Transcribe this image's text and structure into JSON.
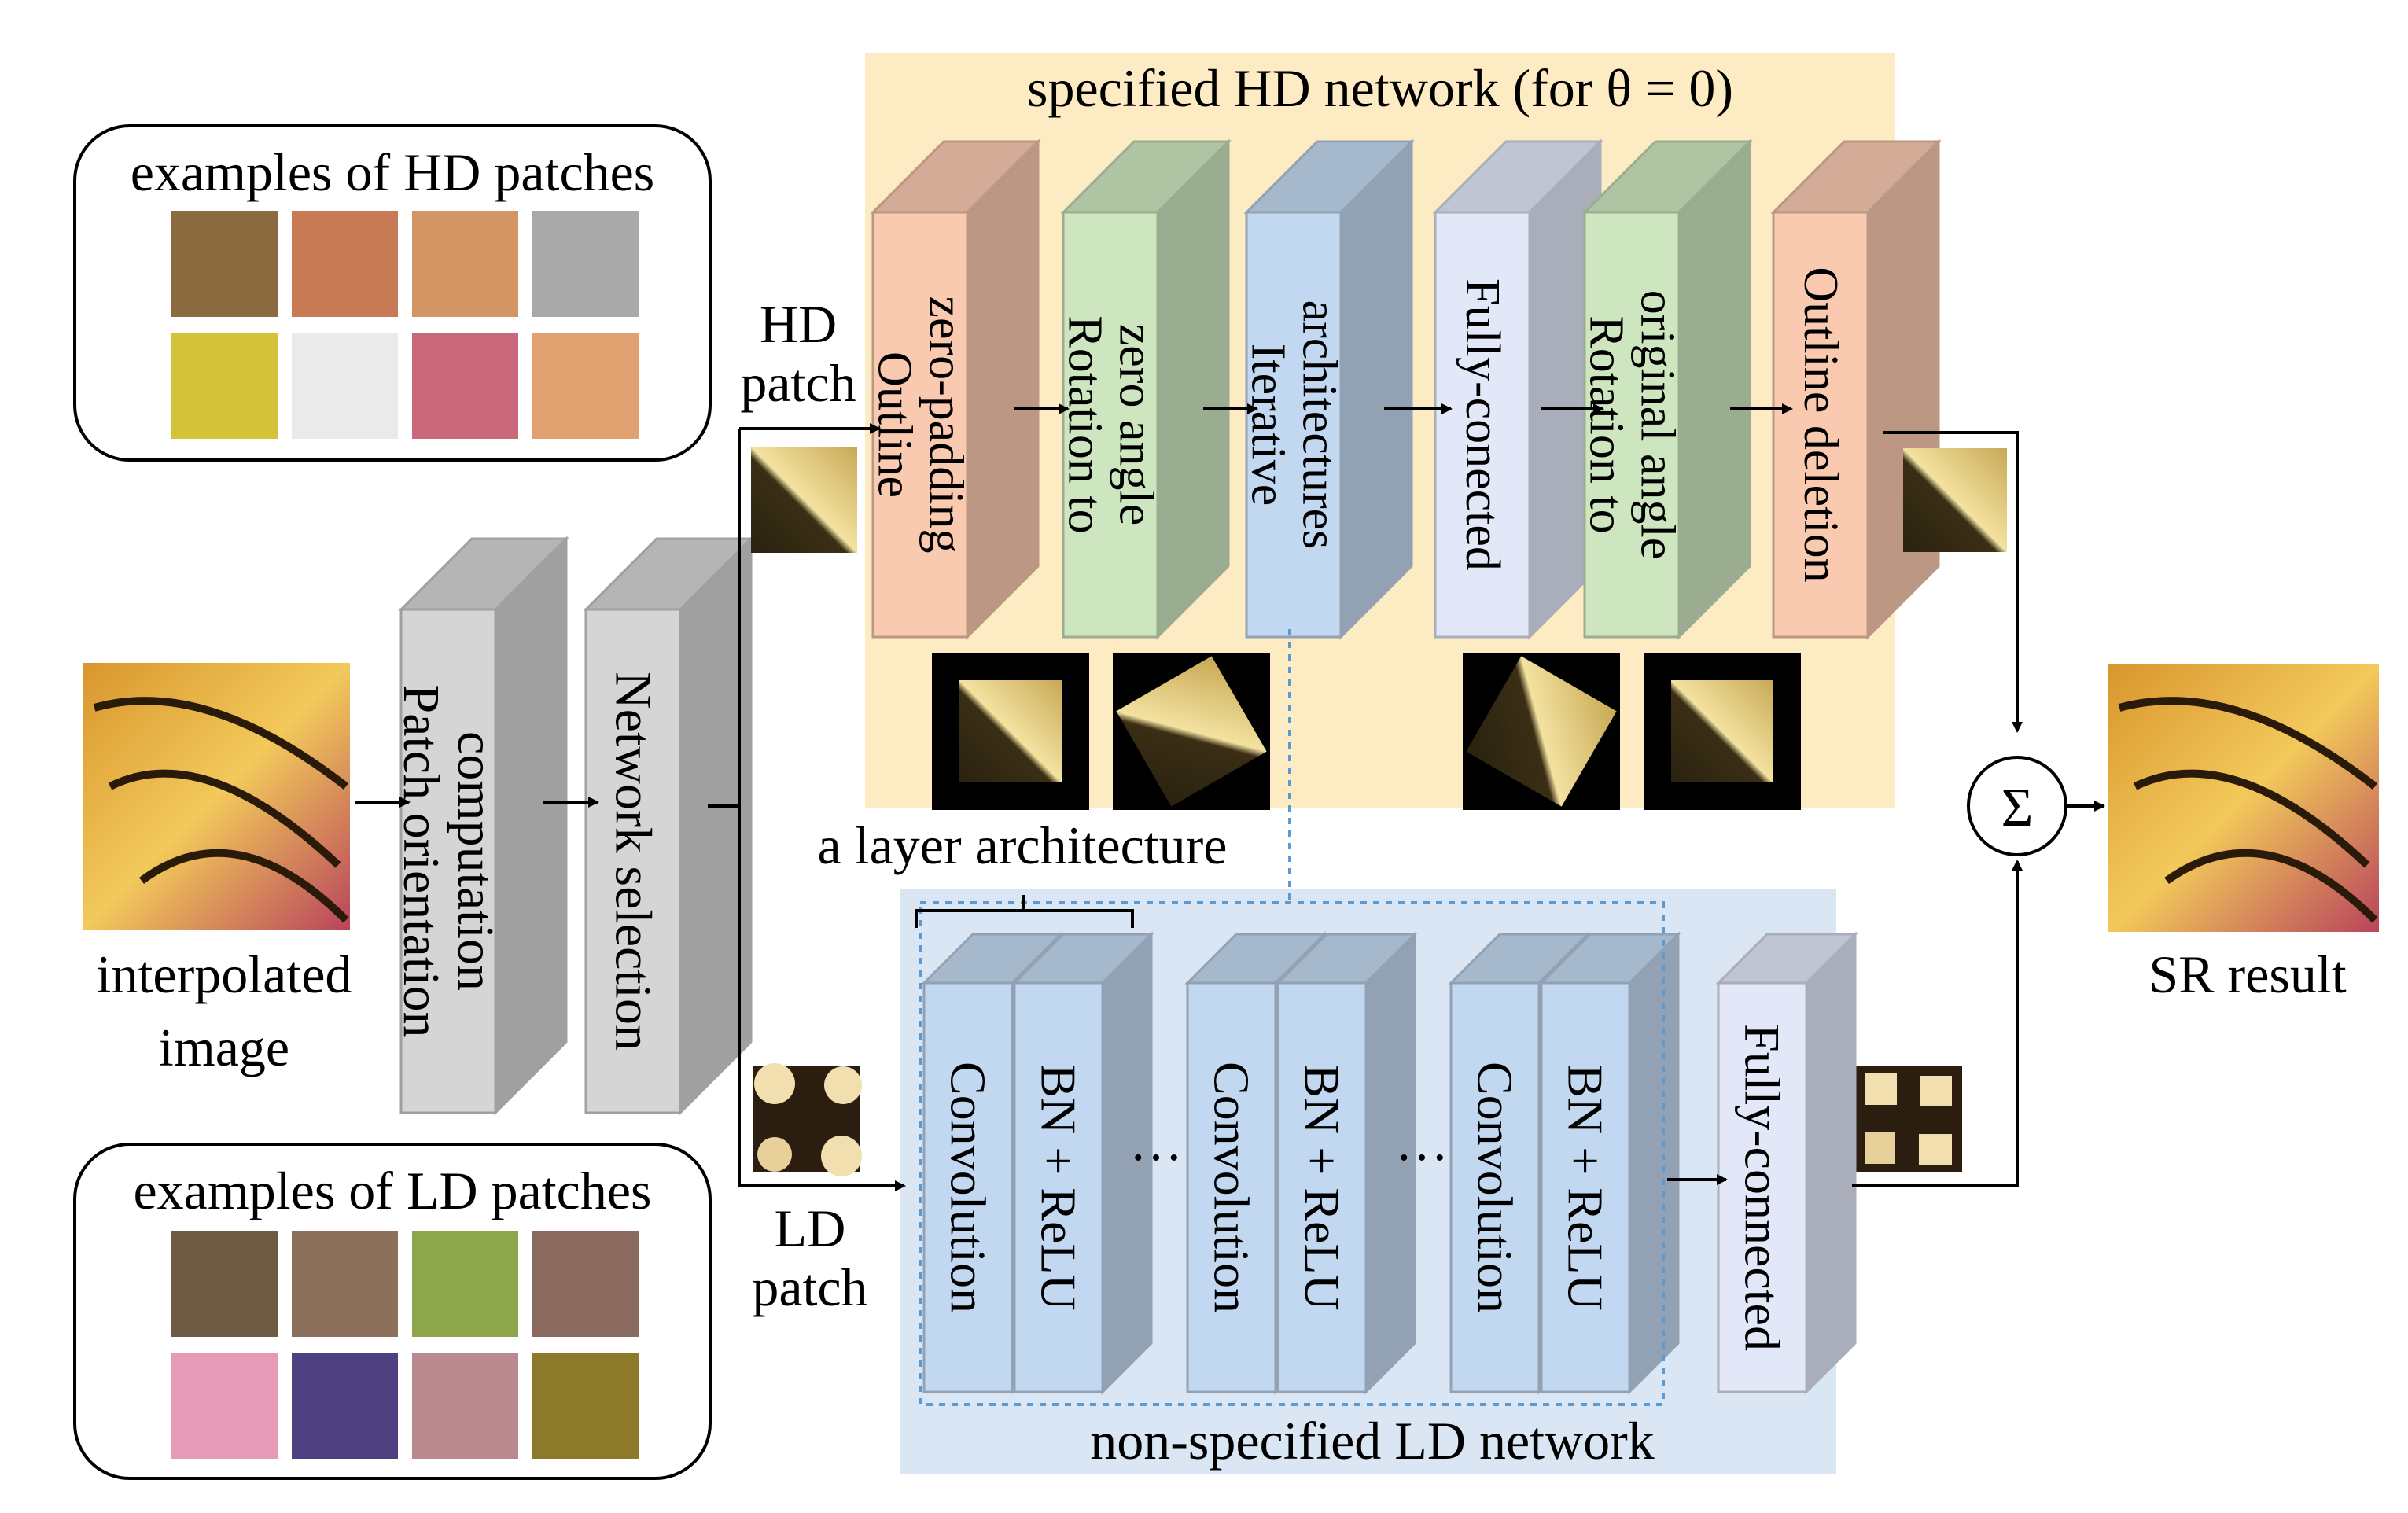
{
  "hd_examples": {
    "title": "examples of HD patches",
    "swatches": [
      "#8a6a3e",
      "#c87a55",
      "#d49565",
      "#a9a9a9",
      "#d4c23a",
      "#eaeaea",
      "#c9687a",
      "#e0a070"
    ]
  },
  "ld_examples": {
    "title": "examples of LD patches",
    "swatches": [
      "#6f5a44",
      "#8b6f5b",
      "#8ea64a",
      "#8a6a5e",
      "#e59ab5",
      "#4e3f80",
      "#b88a90",
      "#8c7a2a"
    ]
  },
  "input": {
    "label_line1": "interpolated",
    "label_line2": "image"
  },
  "pre_blocks": [
    "Patch orientation computation",
    "Network selection"
  ],
  "hd_patch_label": [
    "HD",
    "patch"
  ],
  "ld_patch_label": [
    "LD",
    "patch"
  ],
  "hd_network": {
    "title": "specified HD network (for θ = 0)",
    "layers": [
      {
        "label": [
          "Outline",
          "zero-padding"
        ],
        "kind": "orange"
      },
      {
        "label": [
          "Rotation to",
          "zero angle"
        ],
        "kind": "green"
      },
      {
        "label": [
          "Iterative",
          "architectures"
        ],
        "kind": "blue"
      },
      {
        "label": [
          "Fully-conected"
        ],
        "kind": "lavender"
      },
      {
        "label": [
          "Rotation to",
          "original angle"
        ],
        "kind": "green"
      },
      {
        "label": [
          "Outline deletion"
        ],
        "kind": "orange"
      }
    ]
  },
  "ld_network": {
    "title": "non-specified LD network",
    "layer_arch_label": "a layer architecture",
    "layers": [
      {
        "label": [
          "Convolution"
        ],
        "kind": "blue"
      },
      {
        "label": [
          "BN + ReLU"
        ],
        "kind": "blue"
      },
      {
        "label": [
          "Convolution"
        ],
        "kind": "blue"
      },
      {
        "label": [
          "BN + ReLU"
        ],
        "kind": "blue"
      },
      {
        "label": [
          "Convolution"
        ],
        "kind": "blue"
      },
      {
        "label": [
          "BN + ReLU"
        ],
        "kind": "blue"
      },
      {
        "label": [
          "Fully-connected"
        ],
        "kind": "lavender"
      }
    ],
    "ellipsis": "…"
  },
  "sum_symbol": "Σ",
  "output": {
    "label": "SR result"
  },
  "colors": {
    "hd_bg": "#fdebc4",
    "ld_bg": "#dae6f4",
    "orange": "#f9c9b0",
    "green": "#cde6c0",
    "blue": "#c2d8f0",
    "lavender": "#e2e8f8",
    "gray": "#d5d5d5",
    "dotted": "#5b9bd5"
  }
}
